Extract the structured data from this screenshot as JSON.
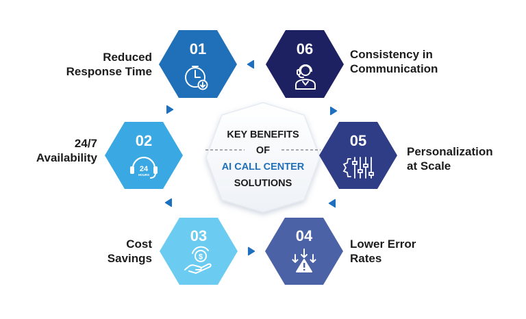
{
  "center": {
    "line1": "KEY BENEFITS",
    "line2": "OF",
    "line3": "AI CALL CENTER",
    "line4": "SOLUTIONS"
  },
  "benefits": [
    {
      "number": "01",
      "label_line1": "Reduced",
      "label_line2": "Response Time",
      "icon": "clock-download-icon",
      "color": "#1f70b8"
    },
    {
      "number": "02",
      "label_line1": "24/7",
      "label_line2": "Availability",
      "icon": "headset-24-hours-icon",
      "color": "#3aa8e2"
    },
    {
      "number": "03",
      "label_line1": "Cost",
      "label_line2": "Savings",
      "icon": "hand-coin-savings-icon",
      "color": "#6ccbf0"
    },
    {
      "number": "04",
      "label_line1": "Lower Error",
      "label_line2": "Rates",
      "icon": "warning-arrows-icon",
      "color": "#4b62a6"
    },
    {
      "number": "05",
      "label_line1": "Personalization",
      "label_line2": "at Scale",
      "icon": "gear-sliders-icon",
      "color": "#2e3d86"
    },
    {
      "number": "06",
      "label_line1": "Consistency in",
      "label_line2": "Communication",
      "icon": "agent-headset-icon",
      "color": "#1d2061"
    }
  ],
  "colors": {
    "arrow": "#1f6fbf",
    "center_text": "#1c1c1c",
    "center_highlight": "#1f70b8",
    "center_dash": "#555555"
  }
}
